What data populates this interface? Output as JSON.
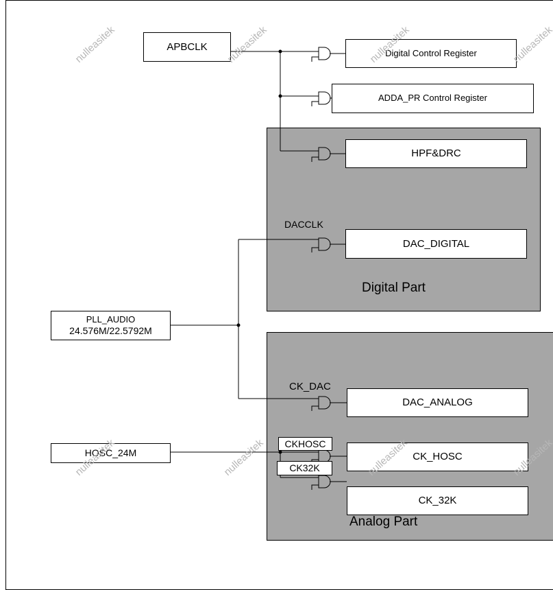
{
  "sources": {
    "apbclk": "APBCLK",
    "pll_audio_line1": "PLL_AUDIO",
    "pll_audio_line2": "24.576M/22.5792M",
    "hosc_24m": "HOSC_24M"
  },
  "modules": {
    "digital_control_register": "Digital Control Register",
    "adda_pr_control_register": "ADDA_PR Control Register",
    "hpf_drc": "HPF&DRC",
    "dac_digital": "DAC_DIGITAL",
    "dac_analog": "DAC_ANALOG",
    "ck_hosc": "CK_HOSC",
    "ck_32k": "CK_32K"
  },
  "signals": {
    "dacclk": "DACCLK",
    "ck_dac": "CK_DAC",
    "ckhosc": "CKHOSC",
    "ck32k": "CK32K"
  },
  "parts": {
    "digital": "Digital Part",
    "analog": "Analog Part"
  },
  "watermark": "nulleasitek",
  "colors": {
    "part_fill": "#a6a6a6",
    "watermark": "#b7b7b7",
    "line": "#000000"
  }
}
